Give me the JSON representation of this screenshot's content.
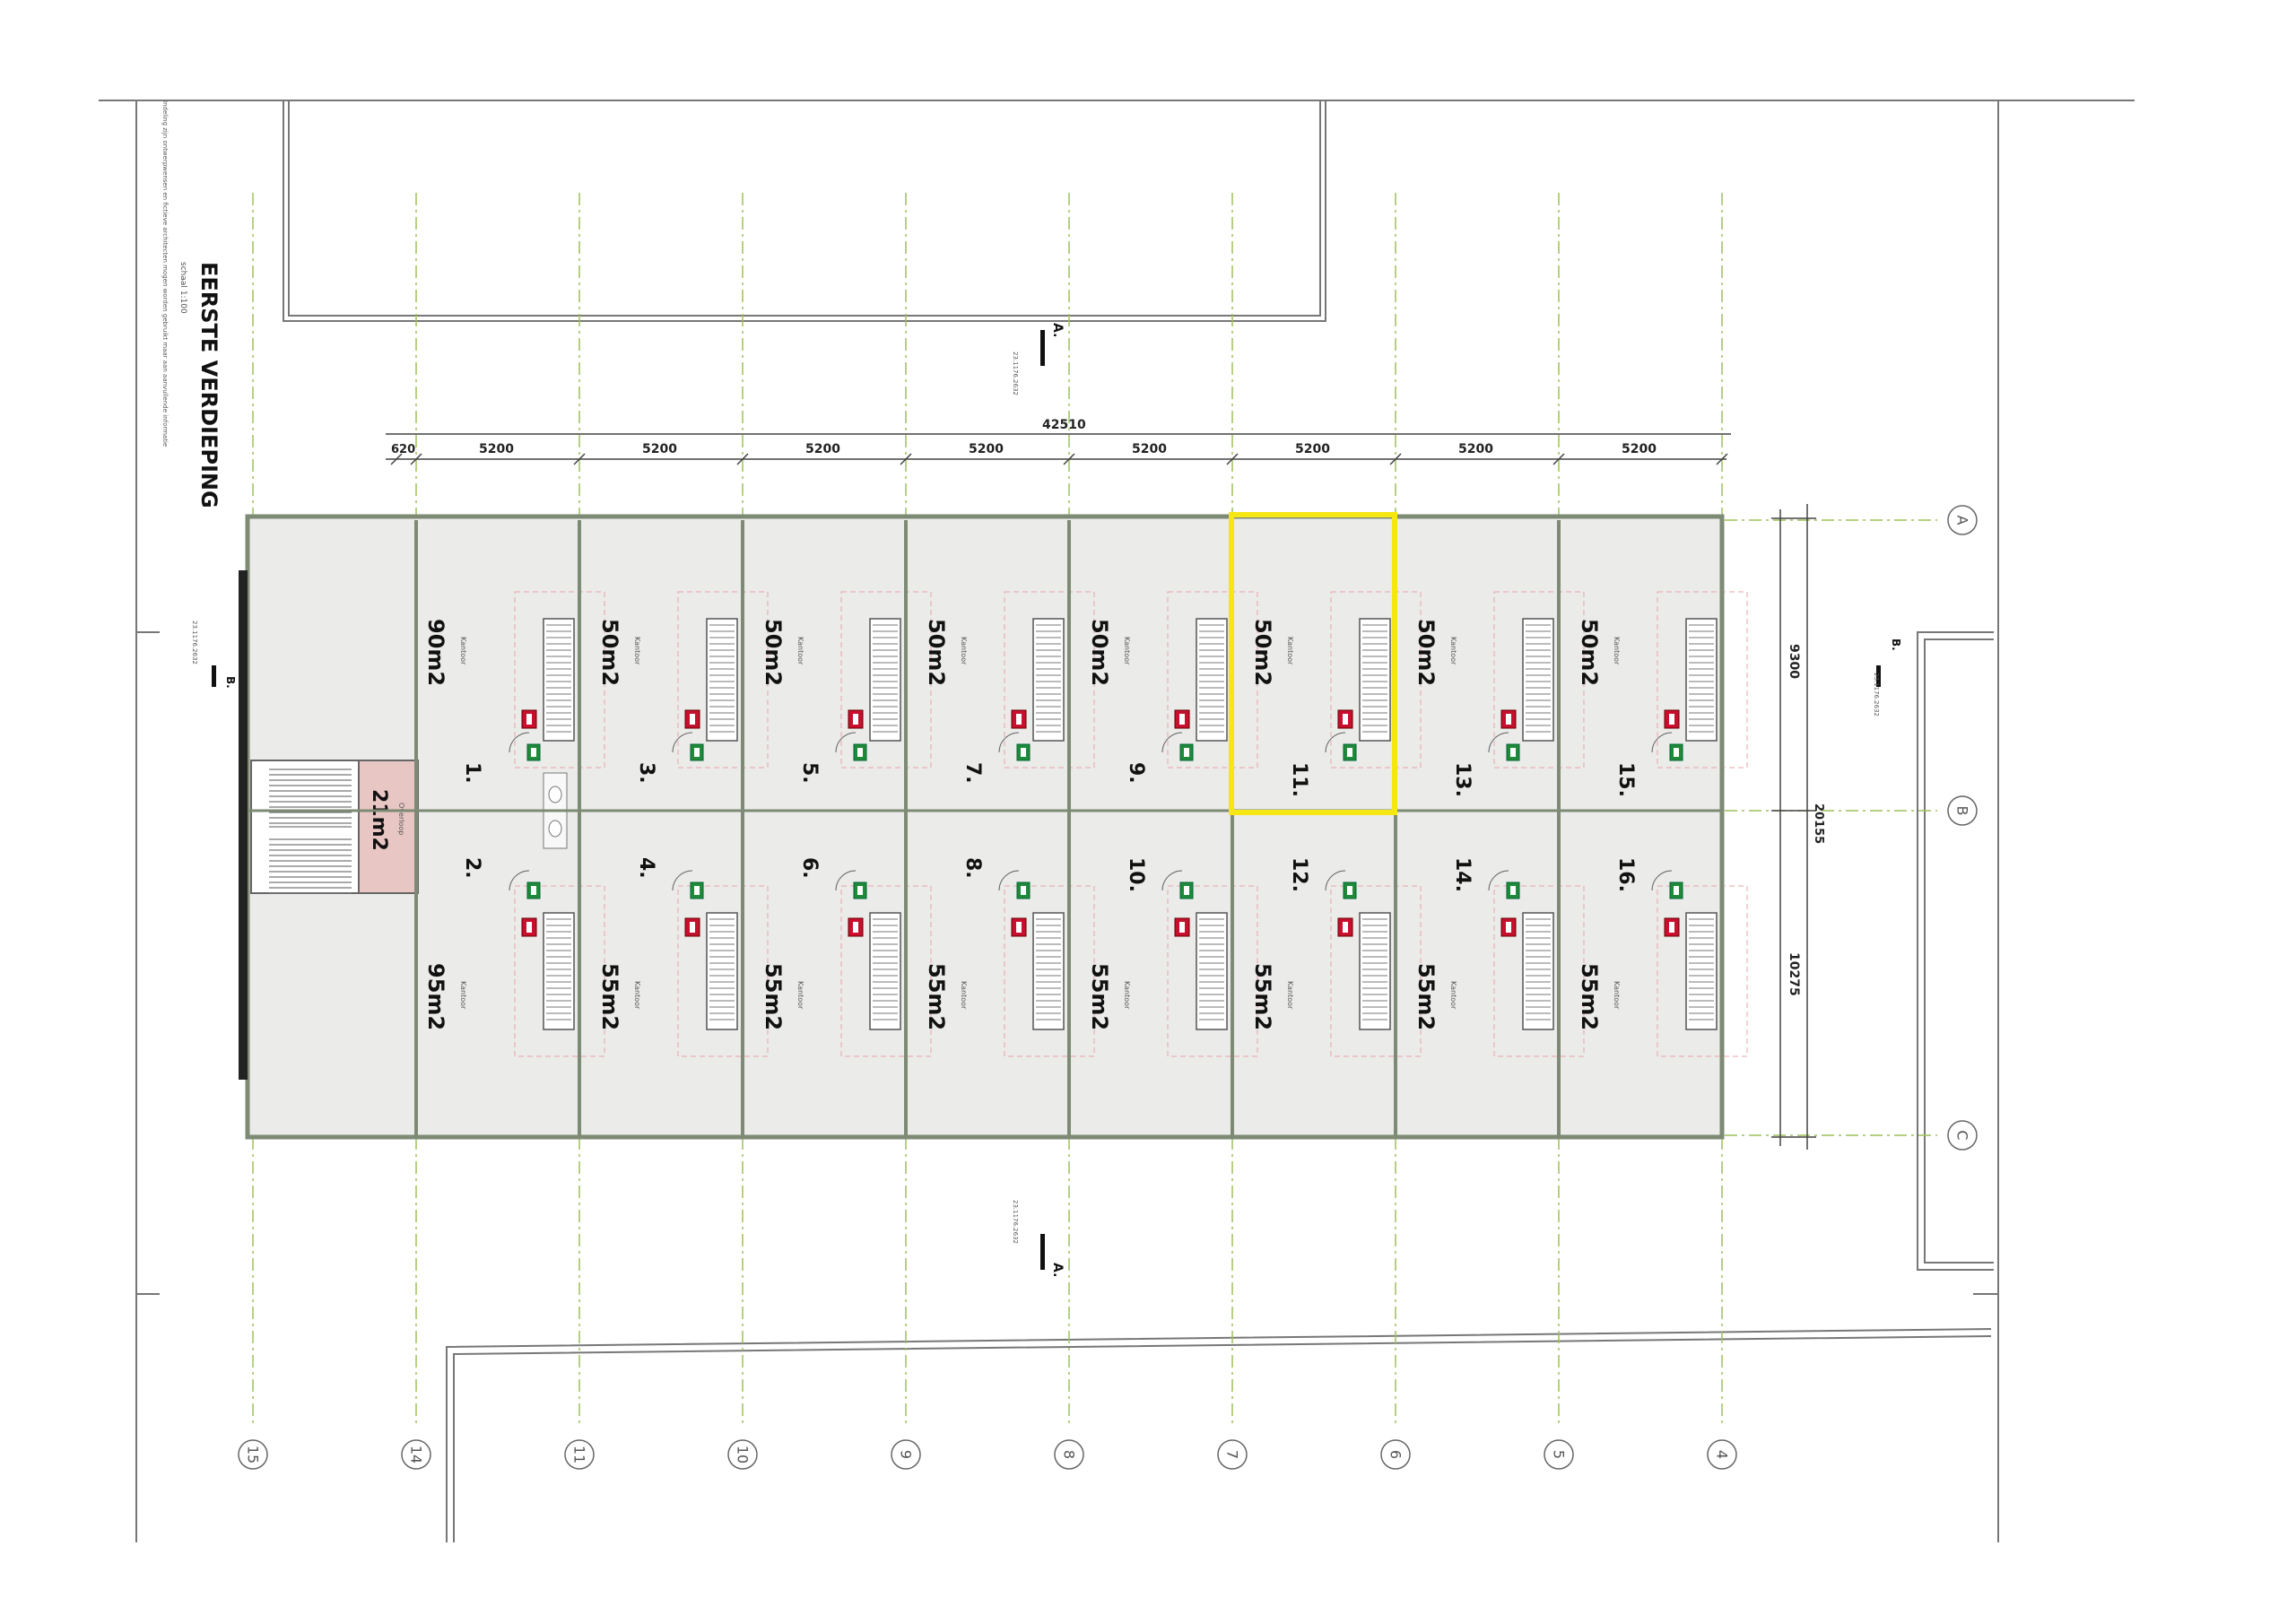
{
  "title": "EERSTE VERDIEPING",
  "scale": "schaal 1:100",
  "disclaimer": "Indeling zijn ontwerpwensen en fictieve architecten mogen worden gebruikt maar aan aanvullende informatie",
  "dimensions": {
    "overall": "42510",
    "first_span": "620",
    "bay": "5200",
    "right_top": "9300",
    "right_total": "20155",
    "right_bottom": "10275"
  },
  "sections": {
    "a": "A.",
    "b": "B.",
    "ref": "23.1176.2632"
  },
  "grid": {
    "columns": [
      "15",
      "14",
      "11",
      "10",
      "9",
      "8",
      "7",
      "6",
      "5",
      "4"
    ],
    "rows": [
      "A",
      "B",
      "C"
    ]
  },
  "overloop": {
    "type": "Overloop",
    "area": "21m2"
  },
  "room_type": "Kantoor",
  "rooms": [
    {
      "number": "1.",
      "area": "90m2"
    },
    {
      "number": "2.",
      "area": "95m2"
    },
    {
      "number": "3.",
      "area": "50m2"
    },
    {
      "number": "4.",
      "area": "55m2"
    },
    {
      "number": "5.",
      "area": "50m2"
    },
    {
      "number": "6.",
      "area": "55m2"
    },
    {
      "number": "7.",
      "area": "50m2"
    },
    {
      "number": "8.",
      "area": "55m2"
    },
    {
      "number": "9.",
      "area": "50m2"
    },
    {
      "number": "10.",
      "area": "55m2"
    },
    {
      "number": "11.",
      "area": "50m2"
    },
    {
      "number": "12.",
      "area": "55m2"
    },
    {
      "number": "13.",
      "area": "50m2"
    },
    {
      "number": "14.",
      "area": "55m2"
    },
    {
      "number": "15.",
      "area": "50m2"
    },
    {
      "number": "16.",
      "area": "55m2"
    }
  ],
  "highlighted_room": "11.",
  "colors": {
    "highlight": "#f5e614",
    "room_fill": "#ebebea",
    "overloop_fill": "#e8c6c3",
    "wall": "#7d8a74",
    "grid_line": "#9ec05a",
    "extinguisher": "#c8102e",
    "exit_sign": "#1e8a3a"
  }
}
